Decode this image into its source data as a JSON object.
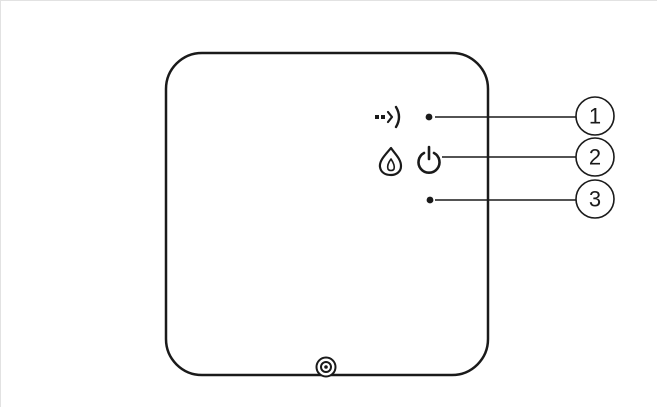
{
  "diagram": {
    "device": "receiver-unit",
    "icons": {
      "signal": "signal-wave-icon",
      "flame": "flame-icon",
      "power": "power-icon",
      "screw": "screw-icon"
    },
    "callouts": [
      {
        "number": "1",
        "target": "signal-led"
      },
      {
        "number": "2",
        "target": "power-button"
      },
      {
        "number": "3",
        "target": "status-led"
      }
    ],
    "colors": {
      "line": "#1a1a1a",
      "frame_border": "#e2e2e2",
      "background": "#ffffff"
    }
  }
}
